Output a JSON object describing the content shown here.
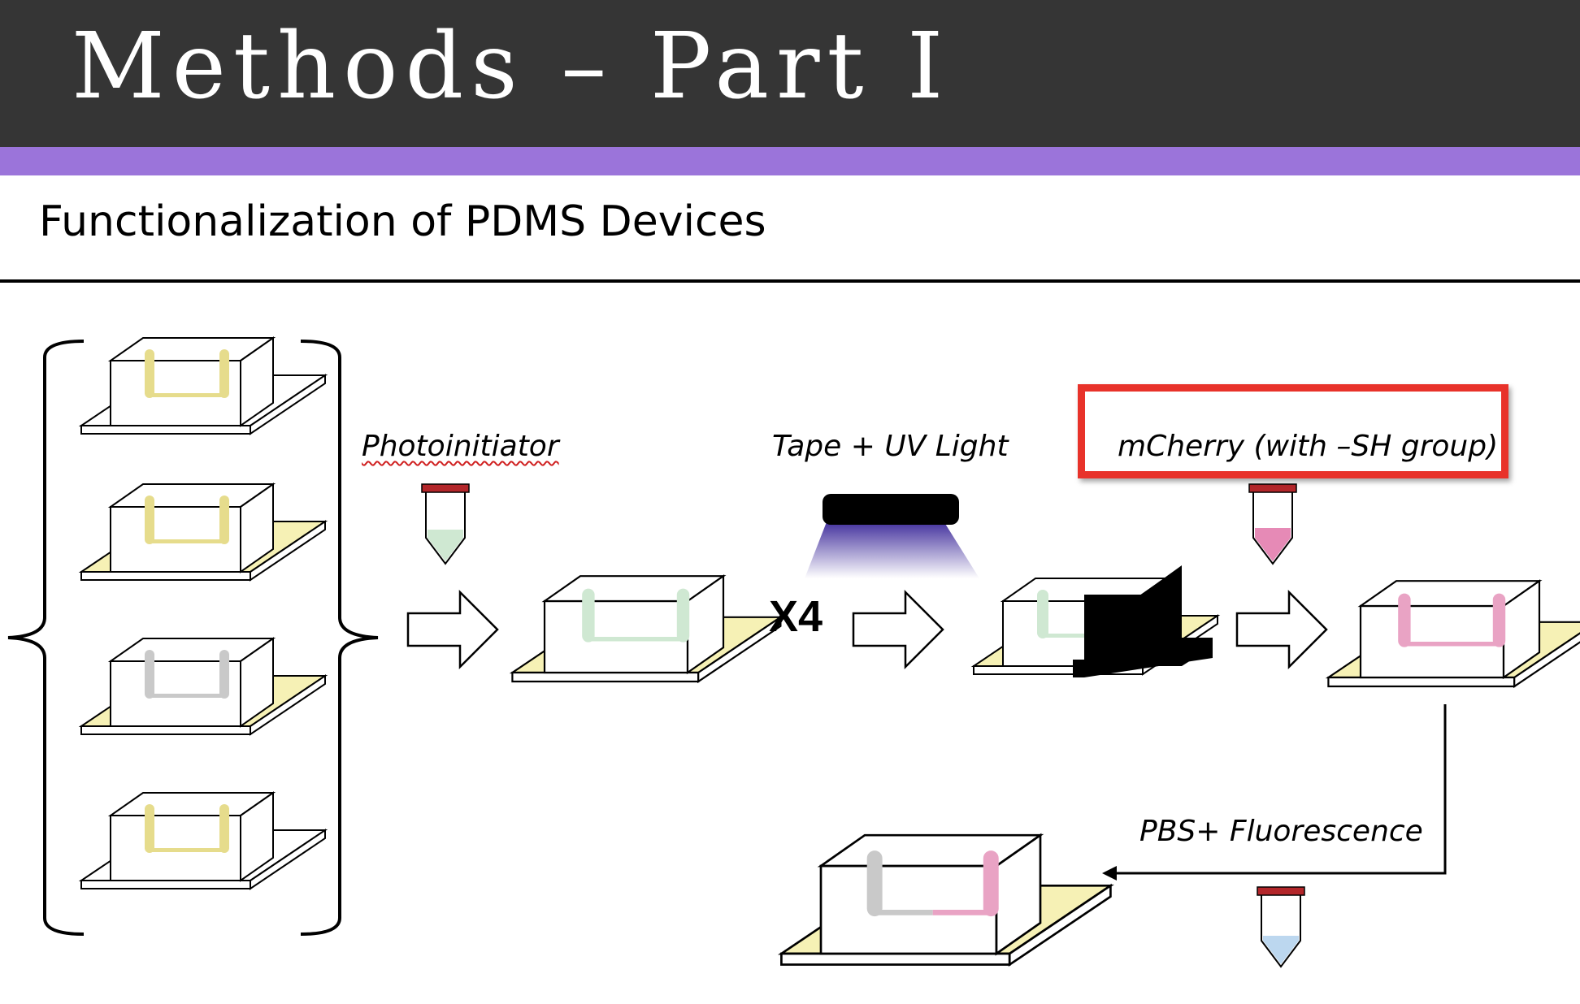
{
  "slide": {
    "title": "Methods – Part I",
    "subtitle": "Functionalization of PDMS Devices"
  },
  "steps": {
    "photoinitiator_label": "Photoinitiator",
    "repeat_label": "X4",
    "uv_label": "Tape + UV Light",
    "mcherry_label": "mCherry (with –SH group)",
    "pbs_label": "PBS+ Fluorescence"
  },
  "colors": {
    "header_bg": "#353535",
    "accent": "#9b74da",
    "highlight": "#e8322a",
    "yellow_channel": "#e6dc8c",
    "green_liquid": "#cfe8d2",
    "pink_liquid": "#e68ab6",
    "blue_liquid": "#bcd7ef",
    "base_yellow": "#f6f1b5"
  }
}
